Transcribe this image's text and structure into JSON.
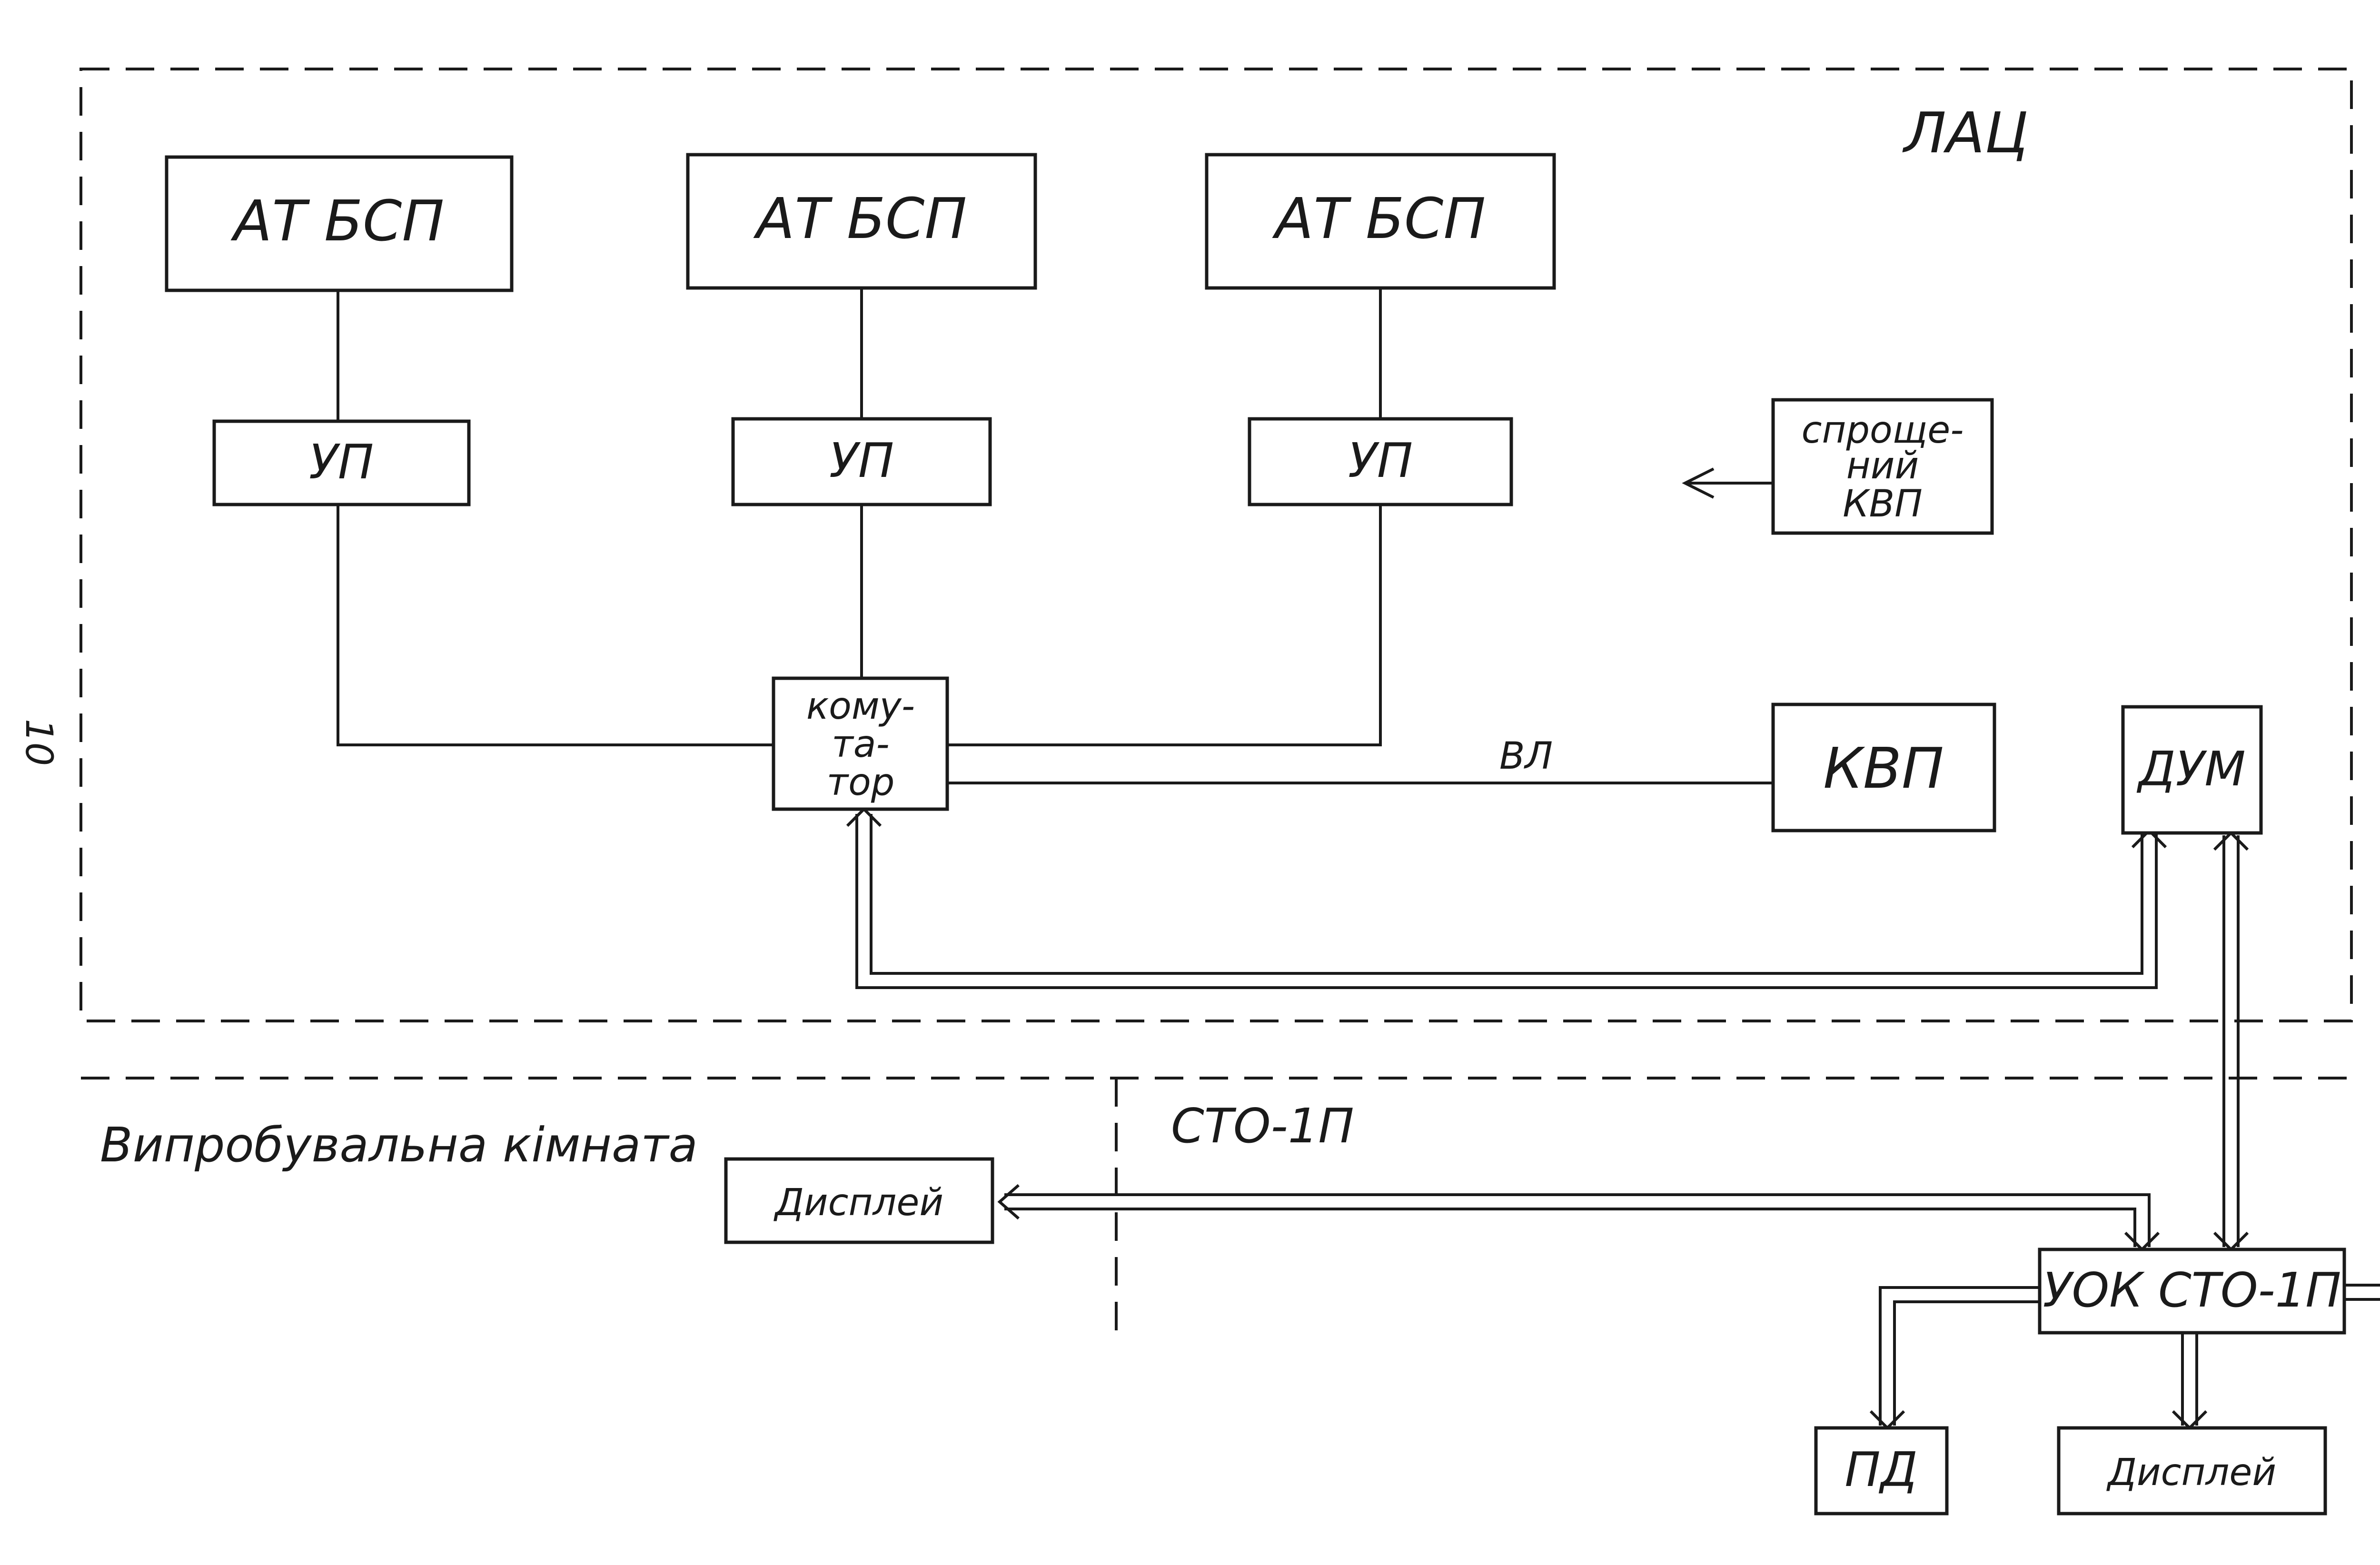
{
  "zones": {
    "lac": "ЛАЦ",
    "workshop": "Випробувальна кімната",
    "sto": "СТО-1П",
    "margin_mark": "10"
  },
  "blocks": {
    "at_bsp_1": "АТ БСП",
    "at_bsp_2": "АТ БСП",
    "at_bsp_3": "АТ БСП",
    "up_1": "УП",
    "up_2": "УП",
    "up_3": "УП",
    "commutator": [
      "кому-",
      "та-",
      "тор"
    ],
    "simplified_kvp": [
      "спроще-",
      "ний",
      "КВП"
    ],
    "kvp": "КВП",
    "dum": "ДУМ",
    "uok": "УОК СТО-1П",
    "pd": "ПД",
    "display_left": "Дисплей",
    "display_right": "Дисплей"
  },
  "links": {
    "line_label": "ВЛ"
  },
  "colors": {
    "ink": "#1a1a1a",
    "paper": "#ffffff"
  }
}
